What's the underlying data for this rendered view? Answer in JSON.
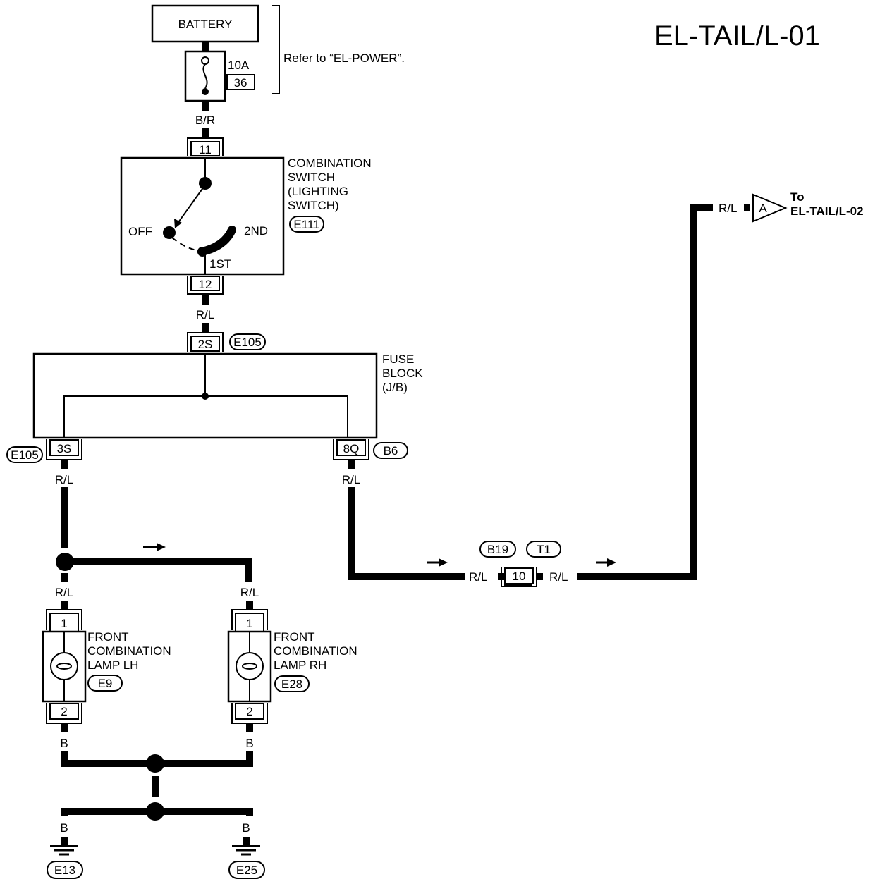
{
  "title": "EL-TAIL/L-01",
  "battery": {
    "label": "BATTERY"
  },
  "fuse": {
    "amperage": "10A",
    "number": "36",
    "refer_note": "Refer to “EL-POWER”."
  },
  "wires": {
    "b_r": "B/R",
    "r_l": "R/L",
    "b": "B"
  },
  "combination_switch": {
    "name_lines": [
      "COMBINATION",
      "SWITCH",
      "(LIGHTING",
      "SWITCH)"
    ],
    "connector": "E111",
    "pin_in": "11",
    "pin_out": "12",
    "positions": {
      "off": "OFF",
      "first": "1ST",
      "second": "2ND"
    }
  },
  "fuse_block": {
    "name_lines": [
      "FUSE",
      "BLOCK",
      "(J/B)"
    ],
    "pin_in": "2S",
    "pin_in_connector": "E105",
    "pin_left": "3S",
    "pin_left_connector": "E105",
    "pin_right": "8Q",
    "pin_right_connector": "B6"
  },
  "offpage": {
    "marker": "A",
    "to_lines": [
      "To",
      "EL-TAIL/L-02"
    ]
  },
  "joint_connector": {
    "pin": "10",
    "connector_left": "B19",
    "connector_right": "T1"
  },
  "lamp_lh": {
    "name_lines": [
      "FRONT",
      "COMBINATION",
      "LAMP LH"
    ],
    "connector": "E9",
    "pin_top": "1",
    "pin_bottom": "2"
  },
  "lamp_rh": {
    "name_lines": [
      "FRONT",
      "COMBINATION",
      "LAMP RH"
    ],
    "connector": "E28",
    "pin_top": "1",
    "pin_bottom": "2"
  },
  "grounds": {
    "left": "E13",
    "right": "E25"
  }
}
